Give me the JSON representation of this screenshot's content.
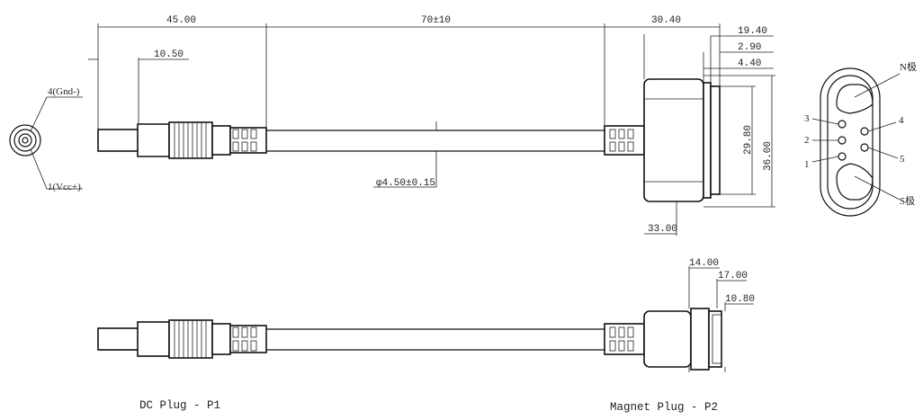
{
  "dimensions": {
    "overall_plug_length": "45.00",
    "dc_tip_length": "10.50",
    "cable_length": "70±10",
    "magnet_length": "30.40",
    "d19_40": "19.40",
    "d2_90": "2.90",
    "d4_40": "4.40",
    "d29_80": "29.80",
    "d36_00": "36.00",
    "cable_diameter": "φ4.50±0.15",
    "d33_00": "33.00",
    "d14_00": "14.00",
    "d17_00": "17.00",
    "d10_80": "10.80"
  },
  "pins_dc": {
    "gnd": "4(Gnd-)",
    "vcc": "1(Vcc+)"
  },
  "pins_magnet": {
    "n_pole": "N极",
    "s_pole": "S极",
    "p1": "1",
    "p2": "2",
    "p3": "3",
    "p4": "4",
    "p5": "5"
  },
  "captions": {
    "dc_plug": "DC Plug - P1",
    "magnet_plug": "Magnet Plug - P2"
  }
}
